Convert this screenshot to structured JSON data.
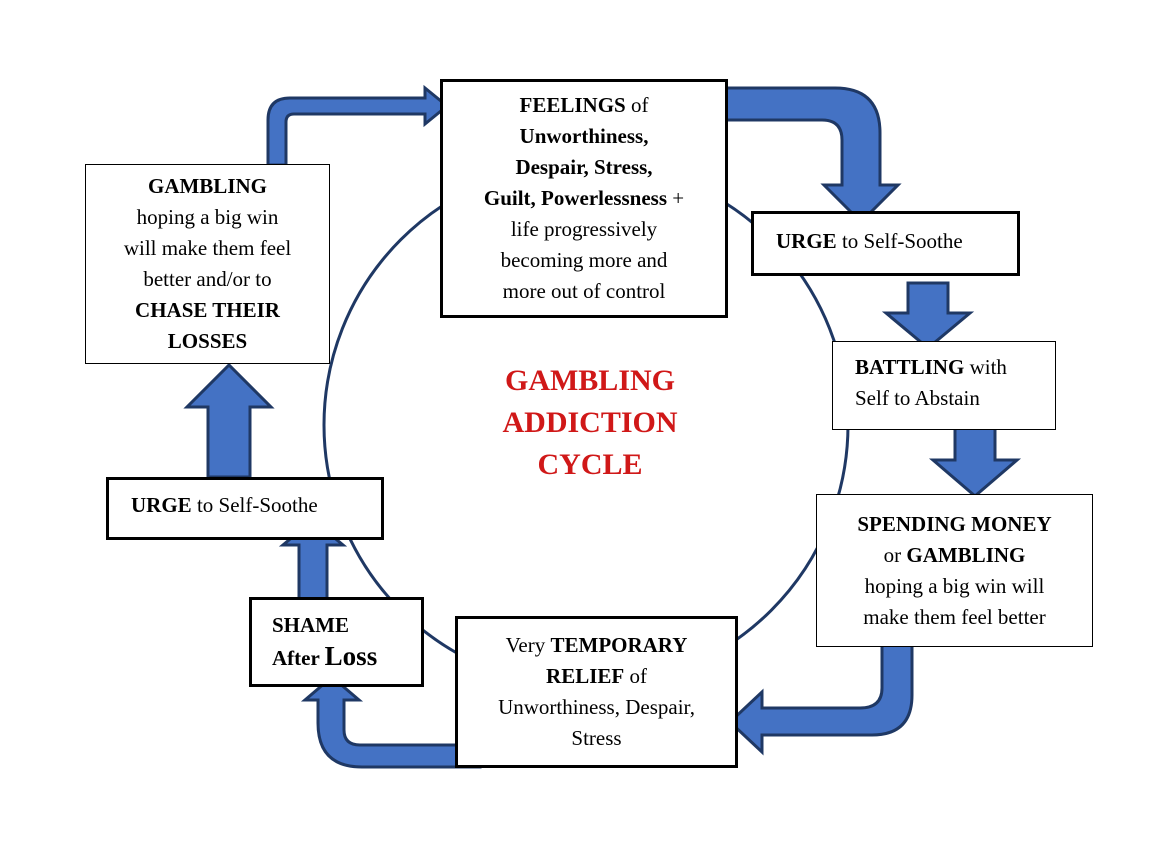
{
  "colors": {
    "arrow_fill": "#4472c4",
    "arrow_stroke": "#1f3864",
    "circle_stroke": "#1f3864",
    "title_color": "#d01818",
    "box_border": "#000000"
  },
  "center_title": [
    "GAMBLING",
    "ADDICTION",
    "CYCLE"
  ],
  "boxes": {
    "feelings": [
      [
        {
          "t": "FEELINGS",
          "b": true
        },
        {
          "t": " of",
          "b": false
        }
      ],
      [
        {
          "t": "Unworthiness,",
          "b": true
        }
      ],
      [
        {
          "t": "Despair, Stress,",
          "b": true
        }
      ],
      [
        {
          "t": "Guilt, Powerlessness",
          "b": true
        },
        {
          "t": " +",
          "b": false
        }
      ],
      [
        {
          "t": "life progressively",
          "b": false
        }
      ],
      [
        {
          "t": "becoming more and",
          "b": false
        }
      ],
      [
        {
          "t": "more out of control",
          "b": false
        }
      ]
    ],
    "urge_right": [
      [
        {
          "t": "URGE",
          "b": true
        },
        {
          "t": " to Self-Soothe",
          "b": false
        }
      ]
    ],
    "battling": [
      [
        {
          "t": "BATTLING",
          "b": true
        },
        {
          "t": " with",
          "b": false
        }
      ],
      [
        {
          "t": "Self to Abstain",
          "b": false
        }
      ]
    ],
    "spending": [
      [
        {
          "t": "SPENDING MONEY",
          "b": true
        }
      ],
      [
        {
          "t": "or ",
          "b": false
        },
        {
          "t": "GAMBLING",
          "b": true
        }
      ],
      [
        {
          "t": "hoping a big win will",
          "b": false
        }
      ],
      [
        {
          "t": "make them feel better",
          "b": false
        }
      ]
    ],
    "relief": [
      [
        {
          "t": "Very ",
          "b": false
        },
        {
          "t": "TEMPORARY",
          "b": true
        }
      ],
      [
        {
          "t": "RELIEF",
          "b": true
        },
        {
          "t": " of",
          "b": false
        }
      ],
      [
        {
          "t": "Unworthiness, Despair,",
          "b": false
        }
      ],
      [
        {
          "t": "Stress",
          "b": false
        }
      ]
    ],
    "shame": [
      [
        {
          "t": "SHAME",
          "b": true
        }
      ],
      [
        {
          "t": "After ",
          "b": true
        },
        {
          "t": "Loss",
          "b": true,
          "big": true
        }
      ]
    ],
    "urge_left": [
      [
        {
          "t": "URGE",
          "b": true
        },
        {
          "t": " to Self-Soothe",
          "b": false
        }
      ]
    ],
    "gambling": [
      [
        {
          "t": "GAMBLING",
          "b": true
        }
      ],
      [
        {
          "t": "hoping a big win",
          "b": false
        }
      ],
      [
        {
          "t": "will make them feel",
          "b": false
        }
      ],
      [
        {
          "t": "better and/or to",
          "b": false
        }
      ],
      [
        {
          "t": "CHASE THEIR",
          "b": true
        }
      ],
      [
        {
          "t": "LOSSES",
          "b": true
        }
      ]
    ]
  }
}
